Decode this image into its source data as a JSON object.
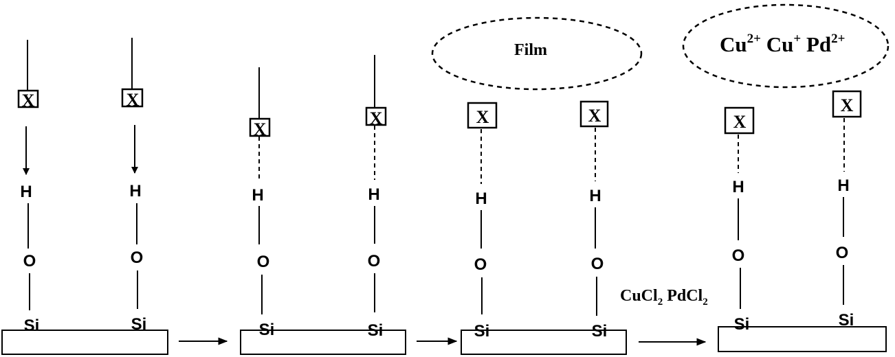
{
  "atoms": {
    "x": "X",
    "h": "H",
    "o": "O",
    "si": "Si"
  },
  "film_label": "Film",
  "ions": [
    {
      "symbol": "Cu",
      "charge": "2+"
    },
    {
      "symbol": "Cu",
      "charge": "+"
    },
    {
      "symbol": "Pd",
      "charge": "2+"
    }
  ],
  "reagents": [
    {
      "base": "CuCl",
      "subscript": "2"
    },
    {
      "base": "PdCl",
      "subscript": "2"
    }
  ],
  "colors": {
    "stroke": "#000000",
    "background": "#ffffff"
  }
}
